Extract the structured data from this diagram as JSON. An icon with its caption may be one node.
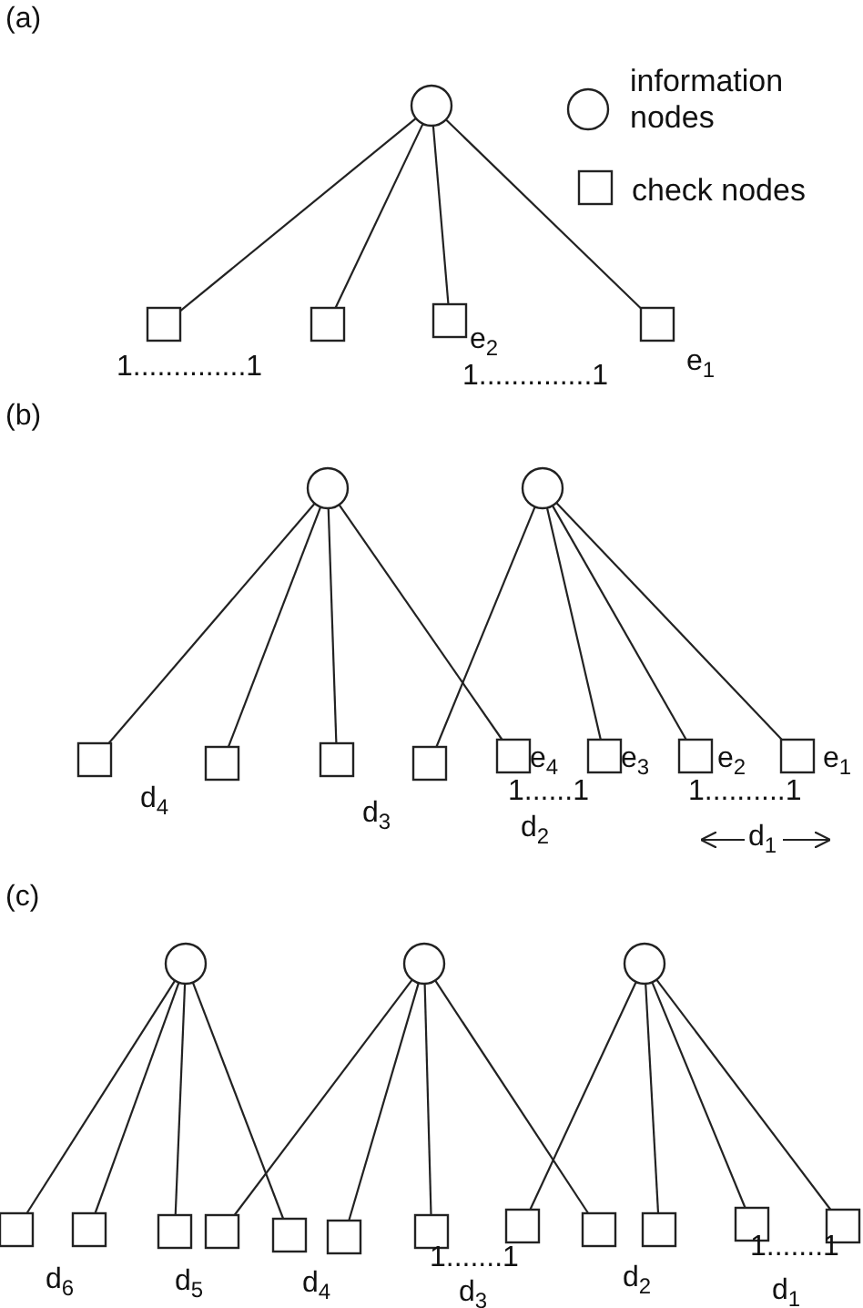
{
  "diagram": {
    "nodes": [
      {
        "text": [],
        "shape": "circle"
      },
      {
        "text": [],
        "shape": "box"
      },
      {
        "text": [],
        "shape": "box"
      },
      {
        "text": [],
        "shape": "box"
      },
      {
        "text": [],
        "shape": "box"
      },
      {
        "text": [],
        "shape": "circle"
      },
      {
        "text": [],
        "shape": "circle"
      },
      {
        "text": [],
        "shape": "box"
      },
      {
        "text": [],
        "shape": "box"
      },
      {
        "text": [],
        "shape": "box"
      },
      {
        "text": [],
        "shape": "box"
      },
      {
        "text": [],
        "shape": "box"
      },
      {
        "text": [],
        "shape": "box"
      },
      {
        "text": [],
        "shape": "box"
      },
      {
        "text": [],
        "shape": "box"
      },
      {
        "text": [],
        "shape": "circle"
      },
      {
        "text": [],
        "shape": "circle"
      },
      {
        "text": [],
        "shape": "circle"
      },
      {
        "text": [],
        "shape": "box"
      },
      {
        "text": [],
        "shape": "box"
      },
      {
        "text": [],
        "shape": "box"
      },
      {
        "text": [],
        "shape": "box"
      },
      {
        "text": [],
        "shape": "box"
      },
      {
        "text": [],
        "shape": "box"
      },
      {
        "text": [],
        "shape": "box"
      },
      {
        "text": [],
        "shape": "box"
      },
      {
        "text": [],
        "shape": "box"
      },
      {
        "text": [],
        "shape": "box"
      },
      {
        "text": [],
        "shape": "box"
      },
      {
        "text": [],
        "shape": "box"
      }
    ],
    "edges": [
      {
        "from": 0,
        "to": 1,
        "arrow": "none"
      },
      {
        "from": 0,
        "to": 2,
        "arrow": "none"
      },
      {
        "from": 0,
        "to": 3,
        "arrow": "none"
      },
      {
        "from": 0,
        "to": 4,
        "arrow": "none"
      },
      {
        "from": 5,
        "to": 7,
        "arrow": "none"
      },
      {
        "from": 5,
        "to": 8,
        "arrow": "none"
      },
      {
        "from": 5,
        "to": 9,
        "arrow": "none"
      },
      {
        "from": 5,
        "to": 11,
        "arrow": "none"
      },
      {
        "from": 6,
        "to": 10,
        "arrow": "none"
      },
      {
        "from": 6,
        "to": 12,
        "arrow": "none"
      },
      {
        "from": 6,
        "to": 13,
        "arrow": "none"
      },
      {
        "from": 6,
        "to": 14,
        "arrow": "none"
      },
      {
        "from": 15,
        "to": 18,
        "arrow": "none"
      },
      {
        "from": 15,
        "to": 19,
        "arrow": "none"
      },
      {
        "from": 15,
        "to": 20,
        "arrow": "none"
      },
      {
        "from": 15,
        "to": 22,
        "arrow": "none"
      },
      {
        "from": 16,
        "to": 21,
        "arrow": "none"
      },
      {
        "from": 16,
        "to": 23,
        "arrow": "none"
      },
      {
        "from": 16,
        "to": 24,
        "arrow": "none"
      },
      {
        "from": 16,
        "to": 26,
        "arrow": "none"
      },
      {
        "from": 17,
        "to": 25,
        "arrow": "none"
      },
      {
        "from": 17,
        "to": 27,
        "arrow": "none"
      },
      {
        "from": 17,
        "to": 28,
        "arrow": "none"
      },
      {
        "from": 17,
        "to": 29,
        "arrow": "none"
      }
    ],
    "labels": [
      "(a)",
      "1..............1",
      "e$_{2}$",
      "1..............1",
      "e$_{1}$",
      "(b)",
      "e$_{4}$",
      "e$_{3}$",
      "e$_{2}$",
      "e$_{1}$",
      "1......1",
      "1..........1",
      "d$_{4}$",
      "d$_{3}$",
      "d$_{2}$",
      "d$_{1}$",
      "(c)",
      "1.......1",
      "1.......1",
      "d$_{6}$",
      "d$_{5}$",
      "d$_{4}$",
      "d$_{3}$",
      "d$_{2}$",
      "d$_{1}$"
    ],
    "legend": [
      {
        "text": "information nodes"
      },
      {
        "text": "check nodes"
      }
    ]
  }
}
